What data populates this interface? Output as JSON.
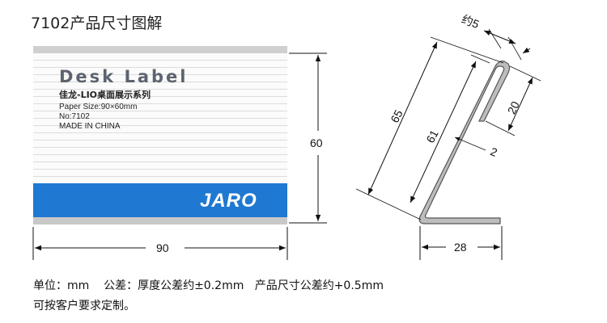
{
  "title": "7102产品尺寸图解",
  "label_card": {
    "heading": "Desk Label",
    "series": "佳龙-LIO桌面展示系列",
    "paper_size": "Paper Size:90×60mm",
    "model_no": "No:7102",
    "origin": "MADE IN CHINA",
    "brand": "JARO",
    "band_color": "#1f78d1"
  },
  "front_dims": {
    "width": "90",
    "height": "60"
  },
  "side_dims": {
    "top_gap": "约5",
    "total_length": "65",
    "inner_length": "61",
    "lip": "20",
    "thickness": "2",
    "base": "28"
  },
  "notes": {
    "line1": "单位：mm    公差：厚度公差约±0.2mm   产品尺寸公差约+0.5mm",
    "line2": "可按客户要求定制。"
  }
}
